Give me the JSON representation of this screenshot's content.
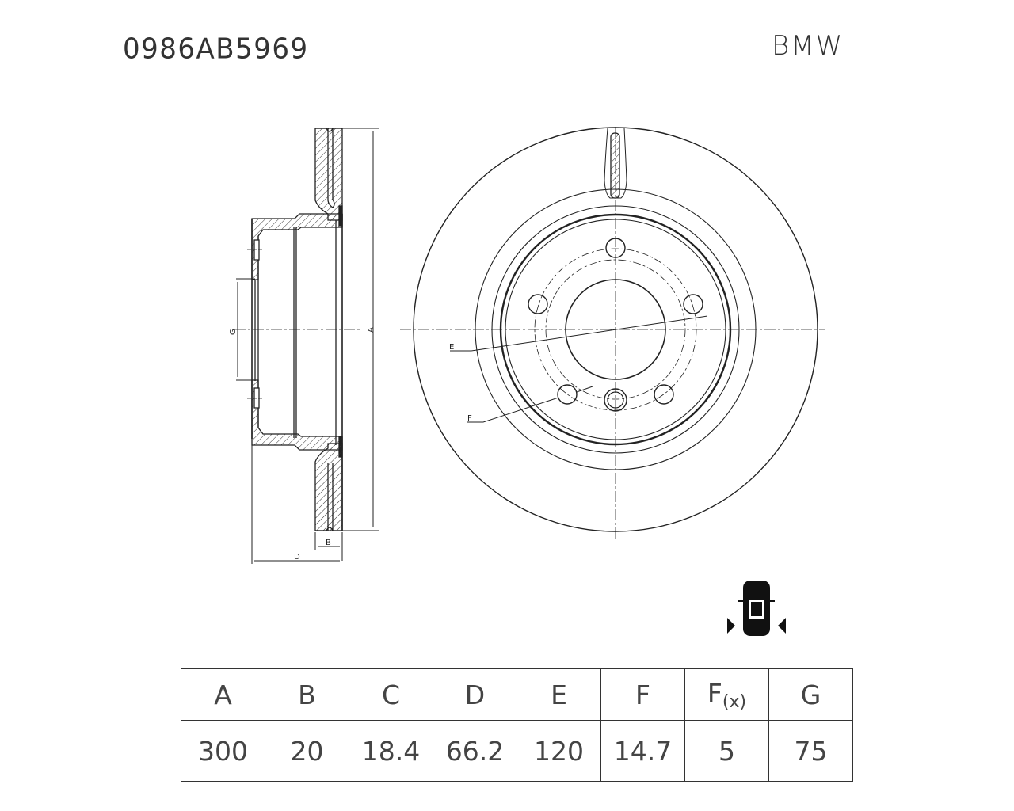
{
  "header": {
    "part_number": "0986AB5969",
    "brand": "BMW"
  },
  "drawing": {
    "section_view": {
      "labels": {
        "A": "A",
        "B": "B",
        "D": "D",
        "G": "G"
      }
    },
    "front_view": {
      "labels": {
        "E": "E",
        "F": "F"
      },
      "bolt_holes": 5
    },
    "icon": "car-rear-axle-icon"
  },
  "dimension_table": {
    "columns": [
      {
        "key": "A",
        "header": "A",
        "sub": "",
        "value": "300"
      },
      {
        "key": "B",
        "header": "B",
        "sub": "",
        "value": "20"
      },
      {
        "key": "C",
        "header": "C",
        "sub": "",
        "value": "18.4"
      },
      {
        "key": "D",
        "header": "D",
        "sub": "",
        "value": "66.2"
      },
      {
        "key": "E",
        "header": "E",
        "sub": "",
        "value": "120"
      },
      {
        "key": "F",
        "header": "F",
        "sub": "",
        "value": "14.7"
      },
      {
        "key": "Fx",
        "header": "F",
        "sub": "(x)",
        "value": "5"
      },
      {
        "key": "G",
        "header": "G",
        "sub": "",
        "value": "75"
      }
    ]
  }
}
